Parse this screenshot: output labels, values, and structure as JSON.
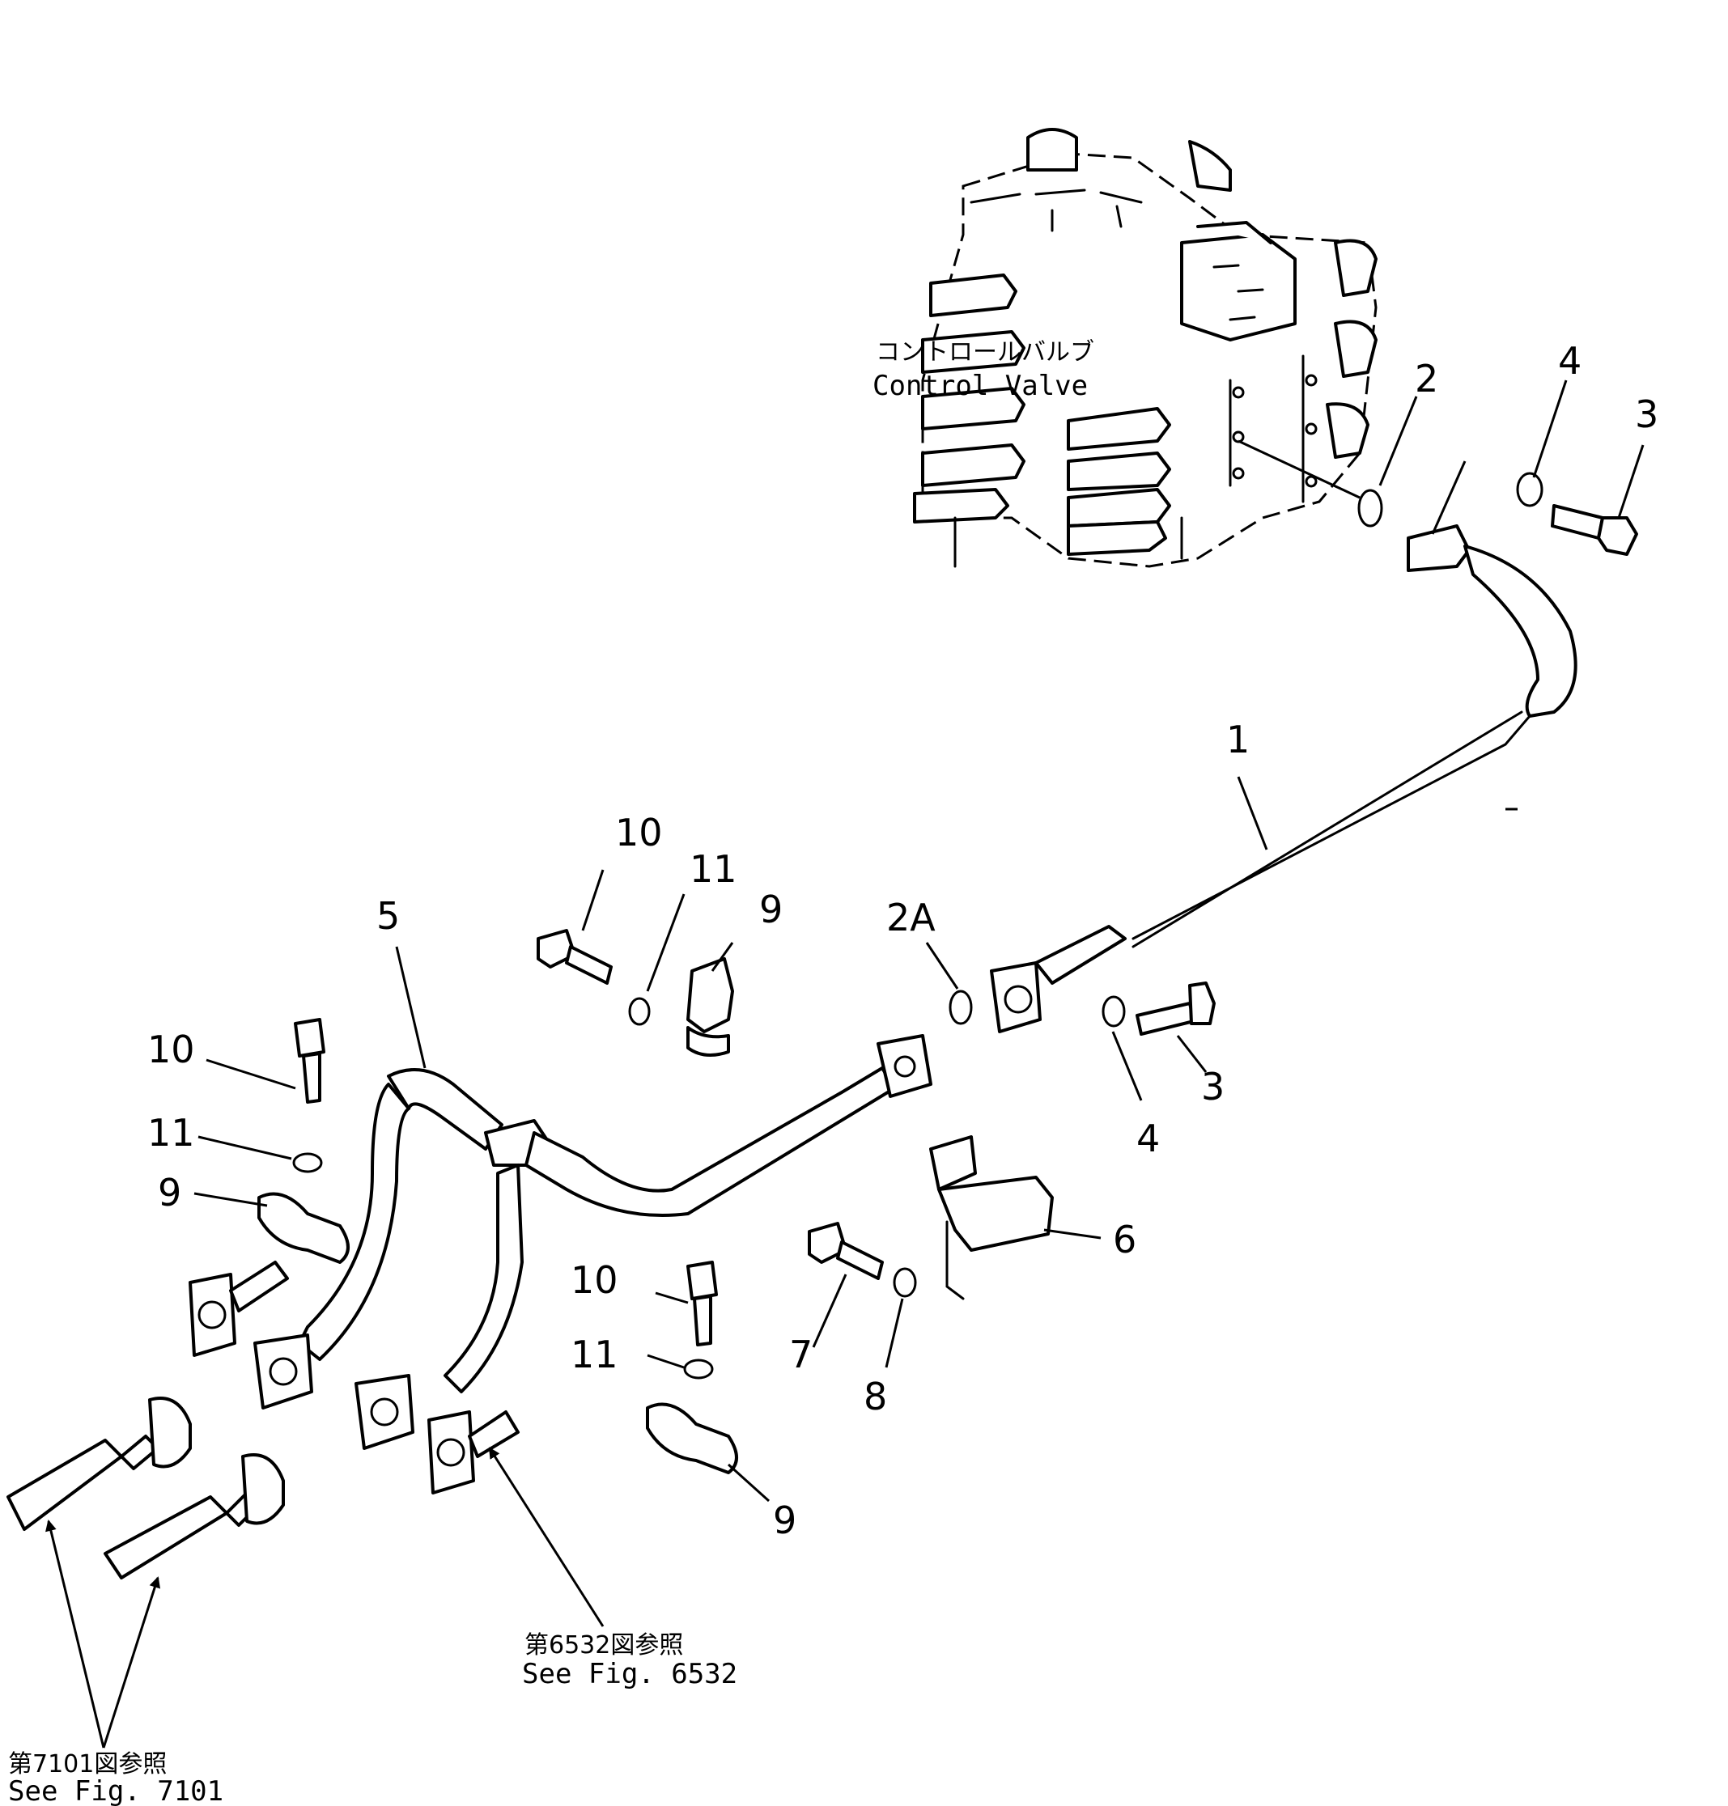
{
  "control_valve": {
    "label_jp": "コントロールバルブ",
    "label_en": "Control Valve"
  },
  "callouts": {
    "c1": "1",
    "c2": "2",
    "c2a": "2A",
    "c3_top": "3",
    "c3_mid": "3",
    "c4_top": "4",
    "c4_mid": "4",
    "c5": "5",
    "c6": "6",
    "c7": "7",
    "c8": "8",
    "c9_a": "9",
    "c9_b": "9",
    "c9_c": "9",
    "c10_a": "10",
    "c10_b": "10",
    "c10_c": "10",
    "c11_a": "11",
    "c11_b": "11",
    "c11_c": "11"
  },
  "references": {
    "fig6532_jp": "第6532図参照",
    "fig6532_en": "See Fig. 6532",
    "fig7101_jp": "第7101図参照",
    "fig7101_en": "See Fig. 7101"
  },
  "colors": {
    "line": "#000000",
    "background": "#ffffff"
  }
}
